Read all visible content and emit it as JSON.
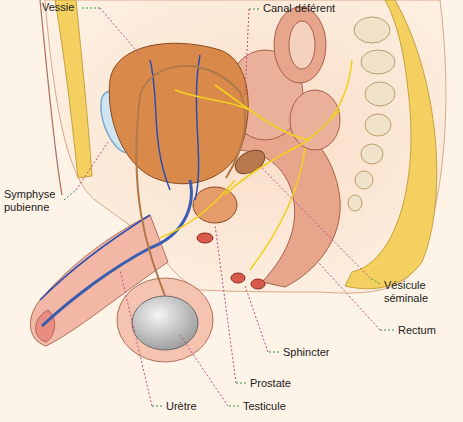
{
  "diagram": {
    "labels": [
      "Vessie",
      "Canal déférent",
      "Symphyse pubienne",
      "Vésicule séminale",
      "Rectum",
      "Sphincter",
      "Prostate",
      "Urètre",
      "Testicule"
    ]
  }
}
